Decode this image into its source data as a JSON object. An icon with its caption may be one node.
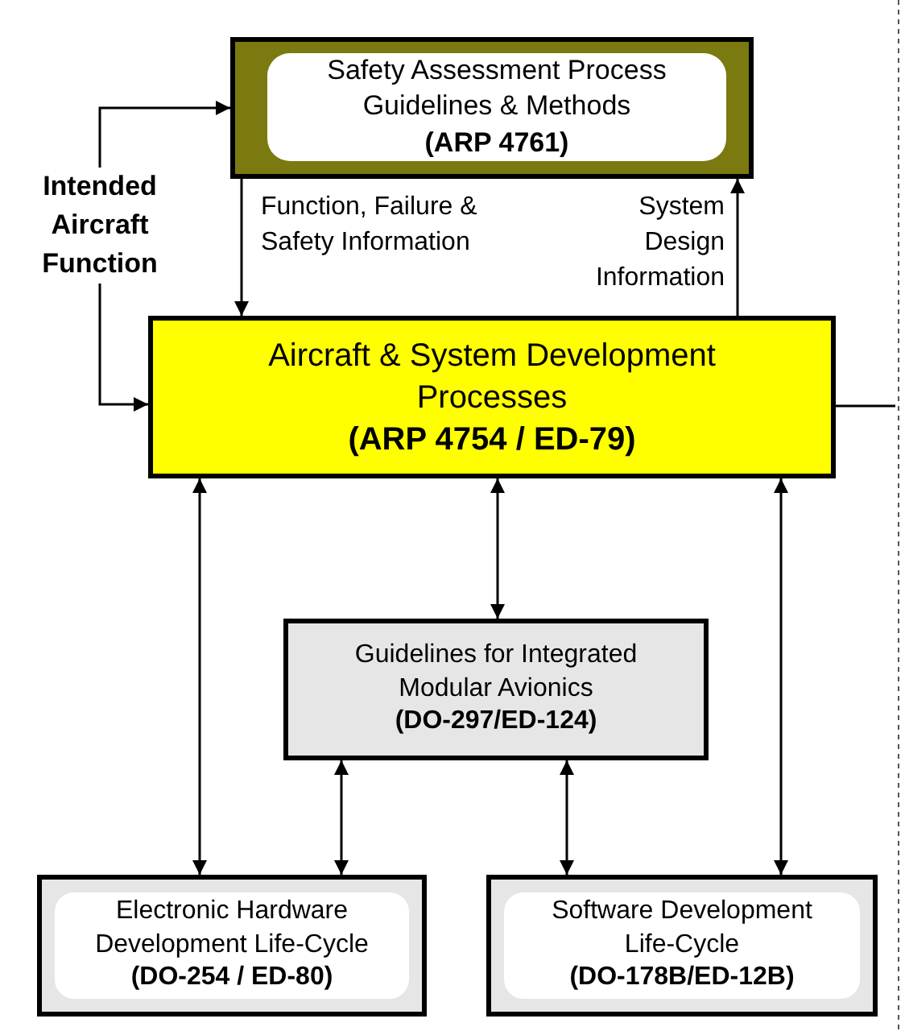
{
  "diagram": {
    "nodes": [
      {
        "text": [
          "Safety Assessment Process Guidelines & Methods",
          "(ARP 4761)"
        ]
      },
      {
        "text": [
          "Intended Aircraft Function"
        ]
      },
      {
        "text": [
          "Aircraft & System Development Processes",
          "(ARP 4754 / ED-79)"
        ]
      },
      {
        "text": [
          "Guidelines for Integrated Modular Avionics",
          "(DO-297/ED-124)"
        ]
      },
      {
        "text": [
          "Electronic Hardware Development Life-Cycle",
          "(DO-254 / ED-80)"
        ]
      },
      {
        "text": [
          "Software Development Life-Cycle",
          "(DO-178B/ED-12B)"
        ]
      }
    ],
    "edges": [
      {
        "from": 1,
        "to": 0,
        "arrow": "to"
      },
      {
        "from": 1,
        "to": 2,
        "arrow": "to"
      },
      {
        "from": 0,
        "to": 2,
        "arrow": "to",
        "label": "Function, Failure & Safety Information"
      },
      {
        "from": 2,
        "to": 0,
        "arrow": "to",
        "label": "System Design Information"
      },
      {
        "from": 2,
        "to": null,
        "arrow": "none"
      },
      {
        "from": 2,
        "to": 4,
        "arrow": "both"
      },
      {
        "from": 2,
        "to": 3,
        "arrow": "both"
      },
      {
        "from": 2,
        "to": 5,
        "arrow": "both"
      },
      {
        "from": 3,
        "to": 4,
        "arrow": "both"
      },
      {
        "from": 3,
        "to": 5,
        "arrow": "both"
      }
    ]
  }
}
